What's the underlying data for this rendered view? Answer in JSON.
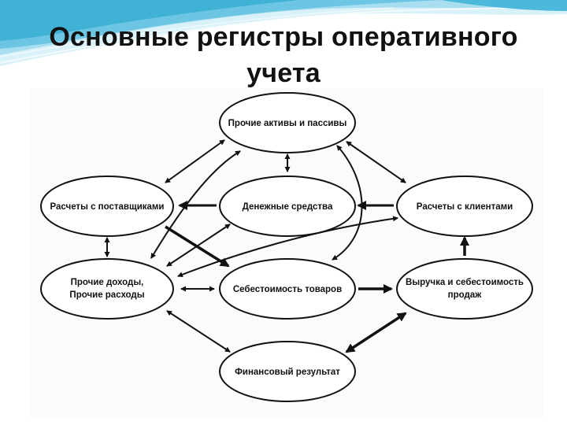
{
  "slide": {
    "title_line1": "Основные регистры оперативного",
    "title_line2": "учета"
  },
  "nodes": {
    "other_assets": "Прочие активы и пассивы",
    "suppliers": "Расчеты с поставщиками",
    "cash": "Денежные средства",
    "customers": "Расчеты с клиентами",
    "other_income_line1": "Прочие доходы,",
    "other_income_line2": "Прочие расходы",
    "cogs": "Себестоимость товаров",
    "revenue_line1": "Выручка и себестоимость",
    "revenue_line2": "продаж",
    "fin_result": "Финансовый результат"
  },
  "colors": {
    "stroke": "#111111",
    "wave_light": "#bfe8f5",
    "wave_mid": "#7ccfe6",
    "wave_dark": "#3fb2d6"
  }
}
